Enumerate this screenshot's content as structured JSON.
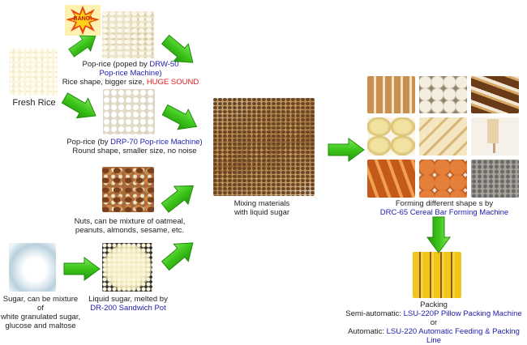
{
  "fresh_rice": {
    "label": "Fresh Rice"
  },
  "bang_icon": {
    "text": "BANG!"
  },
  "pop_rice_50": {
    "line1_prefix": "Pop-rice (poped by ",
    "machine": "DRW-50",
    "machine_line2": "Pop-rice Machine)",
    "line3_prefix": "Rice shape, bigger size, ",
    "highlight": "HUGE SOUND"
  },
  "pop_rice_70": {
    "line1_prefix": "Pop-rice (by ",
    "machine": "DRP-70 Pop-rice Machine)",
    "line2": "Round shape, smaller size, no noise"
  },
  "nuts": {
    "line1": "Nuts, can be mixture of  oatmeal,",
    "line2": "peanuts, almonds, sesame, etc."
  },
  "sugar": {
    "line1": "Sugar, can be mixture of",
    "line2": "white granulated sugar,",
    "line3": "glucose and maltose"
  },
  "liquid_sugar": {
    "line1": "Liquid sugar, melted by",
    "machine": "DR-200 Sandwich Pot"
  },
  "mixing": {
    "line1": "Mixing materials",
    "line2": "with liquid sugar"
  },
  "forming": {
    "line1": "Forming different shape s by",
    "machine": "DRC-65 Cereal Bar Forming Machine"
  },
  "packing": {
    "title": "Packing",
    "semi_prefix": "Semi-automatic: ",
    "semi_machine": "LSU-220P Pillow Packing Machine",
    "or": "or",
    "auto_prefix": "Automatic: ",
    "auto_machine": "LSU-220  Automatic Feeding & Packing Line"
  },
  "colors": {
    "arrow_green": "#3cc41a",
    "machine_blue": "#1d1daf",
    "sound_red": "#e01a1a"
  }
}
